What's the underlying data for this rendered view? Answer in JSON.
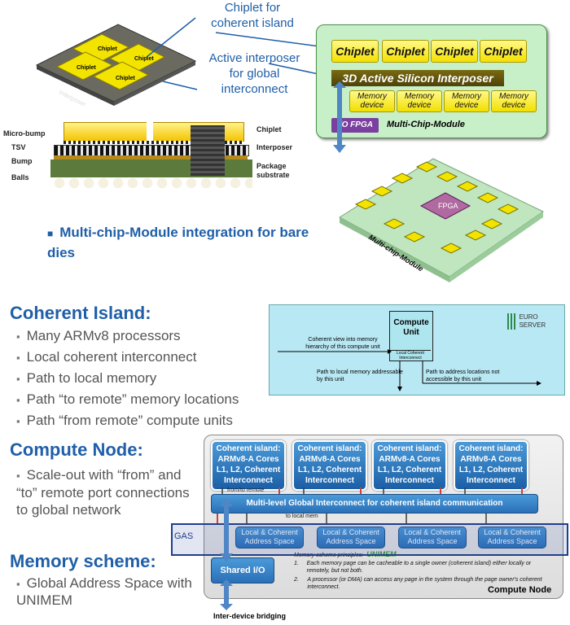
{
  "top": {
    "callout_chiplet": "Chiplet for\ncoherent island",
    "callout_interposer": "Active interposer\nfor global\ninterconnect",
    "mcm_chiplets": [
      "Chiplet",
      "Chiplet",
      "Chiplet",
      "Chiplet"
    ],
    "interposer_label": "3D Active Silicon Interposer",
    "memory_devices": [
      "Memory device",
      "Memory device",
      "Memory device",
      "Memory device"
    ],
    "io_fpga": "I/O FPGA",
    "mcm_label": "Multi-Chip-Module",
    "stack_left_labels": [
      "Micro-bump",
      "TSV",
      "Bump",
      "Balls"
    ],
    "stack_right_labels": [
      "Chiplet",
      "Interposer",
      "Package substrate"
    ],
    "interposer_3d_label": "Interposer",
    "chiplet_3d_label": "Chiplet",
    "fpga_3d_label": "FPGA",
    "mcm_3d_label": "Multi-chip-Module",
    "integration_text": "Multi-chip-Module integration for bare dies"
  },
  "coherent_island": {
    "title": "Coherent Island:",
    "bullets": [
      "Many ARMv8 processors",
      "Local coherent interconnect",
      "Path to local memory",
      "Path “to remote” memory locations",
      "Path “from remote” compute units"
    ]
  },
  "compute_unit_diagram": {
    "unit_title": "Compute Unit",
    "local_ci": "Local Coherent Interconnect",
    "view_text": "Coherent view into memory hierarchy of this compute unit",
    "local_mem_text": "Path to local memory addressable by this unit",
    "remote_text": "Path to address locations not accessible by this unit",
    "logo_text": "EURO SERVER"
  },
  "compute_node": {
    "title": "Compute Node:",
    "bullet": "Scale-out with “from” and “to” remote port connections to global network"
  },
  "memory_scheme": {
    "title": "Memory scheme:",
    "bullet": "Global Address Space with UNIMEM"
  },
  "node_diagram": {
    "coherent_islands": [
      "Coherent island: ARMv8-A Cores L1, L2, Coherent Interconnect",
      "Coherent island: ARMv8-A Cores L1, L2, Coherent Interconnect",
      "Coherent island: ARMv8-A Cores L1, L2, Coherent Interconnect",
      "Coherent island: ARMv8-A Cores L1, L2, Coherent Interconnect"
    ],
    "from_remote": "from/to remote",
    "global_interconnect": "Multi-level Global Interconnect for coherent island communication",
    "to_local_mem": "to local mem",
    "gas": "GAS",
    "local_address_spaces": [
      "Local & Coherent Address Space",
      "Local & Coherent Address Space",
      "Local & Coherent Address Space",
      "Local & Coherent Address Space"
    ],
    "shared_io": "Shared I/O",
    "principles_label": "Memory scheme principles:",
    "unimem": "UNIMEM",
    "principle_1": "Each memory page can be cacheable to a single owner (coherent island) either locally or remotely, but not both.",
    "principle_2": "A processor (or DMA) can access any page in the system through the page owner's coherent interconnect.",
    "node_label": "Compute Node",
    "bridging": "Inter-device bridging"
  },
  "colors": {
    "title_blue": "#1f5fa8",
    "chiplet_yellow": "#f5e000",
    "mcm_green": "#c8f0c8",
    "interposer_olive": "#7a6a10",
    "unit_cyan": "#b9e8f5",
    "node_blue": "#2a70b8",
    "unimem_green": "#2e9a2e"
  }
}
